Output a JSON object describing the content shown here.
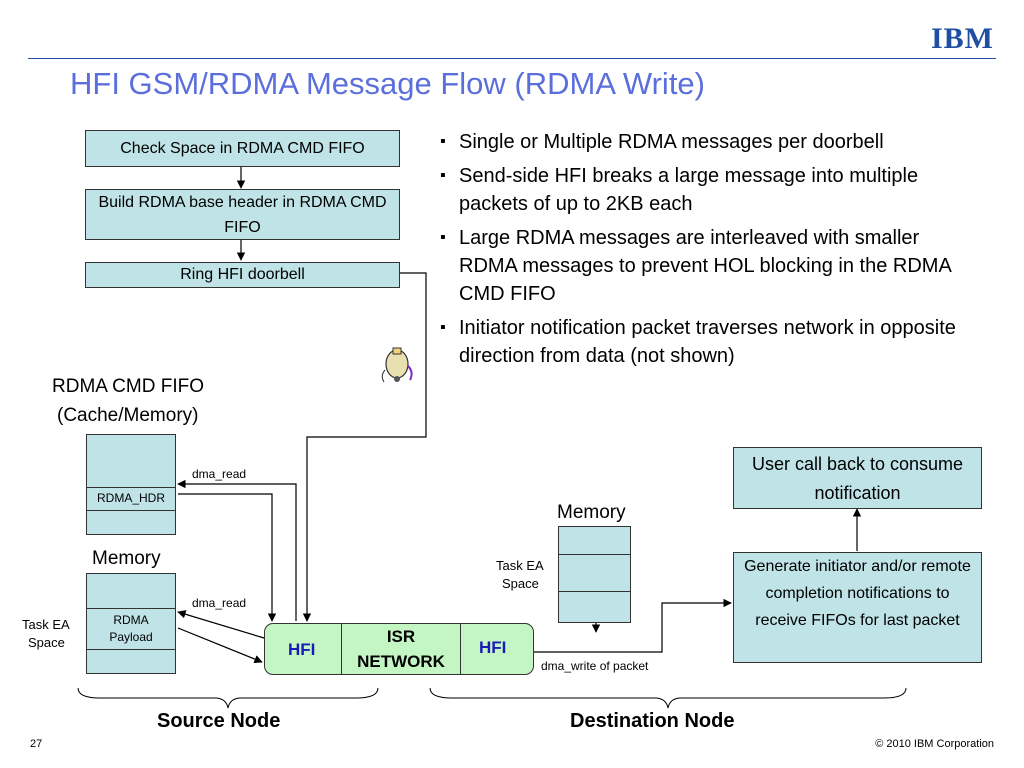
{
  "header": {
    "title": "HFI GSM/RDMA Message Flow (RDMA Write)",
    "logo": "IBM"
  },
  "flow_steps": [
    "Check Space in RDMA CMD FIFO",
    "Build RDMA base header in RDMA CMD FIFO",
    "Ring HFI doorbell"
  ],
  "bullets": [
    "Single or Multiple RDMA messages per doorbell",
    "Send-side HFI breaks a large message into multiple packets of up to 2KB each",
    "Large RDMA messages are interleaved with smaller RDMA messages to prevent HOL blocking in the RDMA CMD FIFO",
    "Initiator notification packet traverses network in opposite direction from data (not shown)"
  ],
  "source": {
    "fifo_title_line1": "RDMA CMD FIFO",
    "fifo_title_line2": "(Cache/Memory)",
    "fifo_cell": "RDMA_HDR",
    "memory_title": "Memory",
    "task_ea_line1": "Task EA",
    "task_ea_line2": "Space",
    "payload_line1": "RDMA",
    "payload_line2": "Payload",
    "dma_read_1": "dma_read",
    "dma_read_2": "dma_read",
    "hfi": "HFI",
    "node_label": "Source Node"
  },
  "network": {
    "line1": "ISR",
    "line2": "NETWORK"
  },
  "destination": {
    "hfi": "HFI",
    "memory_title": "Memory",
    "task_ea_line1": "Task EA",
    "task_ea_line2": "Space",
    "dma_write": "dma_write of packet",
    "generate_box": "Generate initiator and/or remote completion notifications to receive FIFOs for last packet",
    "callback_box": "User call back to consume notification",
    "node_label": "Destination Node"
  },
  "footer": {
    "page_number": "27",
    "copyright": "© 2010 IBM Corporation"
  }
}
